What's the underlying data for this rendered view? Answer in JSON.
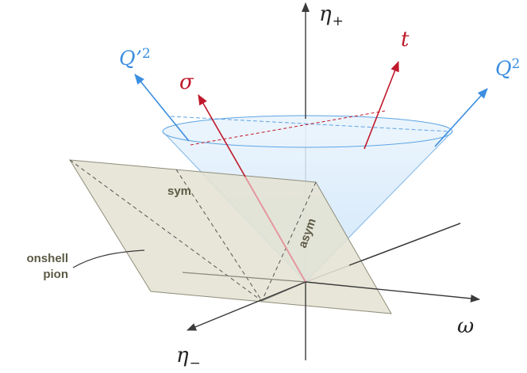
{
  "axes": {
    "eta_plus": {
      "symbol": "η",
      "subscript": "+"
    },
    "eta_minus": {
      "symbol": "η",
      "subscript": "−"
    },
    "omega": "ω"
  },
  "vectors": {
    "q2": {
      "symbol": "Q",
      "superscript": "2",
      "color": "#3b8ee0"
    },
    "qprime2": {
      "symbol": "Q’",
      "superscript": "2",
      "color": "#3b8ee0"
    },
    "sigma": {
      "symbol": "σ",
      "color": "#c0182b"
    },
    "t": {
      "symbol": "t",
      "color": "#c0182b"
    }
  },
  "plane": {
    "sym_label": "sym",
    "asym_label": "asym",
    "onshell_line1": "onshell",
    "onshell_line2": "pion",
    "fill": "#e4e2d3",
    "text_color": "#5c5a44"
  },
  "cone_fill": "#d7ebfb",
  "axis_color": "#3a3a3a"
}
